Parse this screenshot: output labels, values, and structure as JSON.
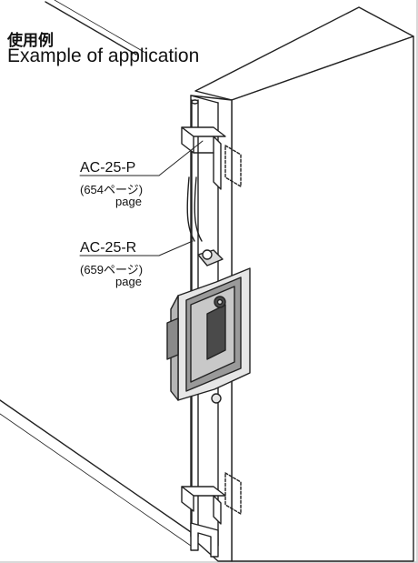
{
  "header": {
    "title_jp": "使用例",
    "title_en": "Example of application"
  },
  "callouts": [
    {
      "part": "AC-25-P",
      "ref": "(654ページ)",
      "page": "page"
    },
    {
      "part": "AC-25-R",
      "ref": "(659ページ)",
      "page": "page"
    }
  ],
  "colors": {
    "line": "#222222",
    "handle_light": "#e6e6e6",
    "handle_mid": "#9a9a9a",
    "handle_dark": "#4a4a4a",
    "frame_border": "#d9d9d9"
  }
}
